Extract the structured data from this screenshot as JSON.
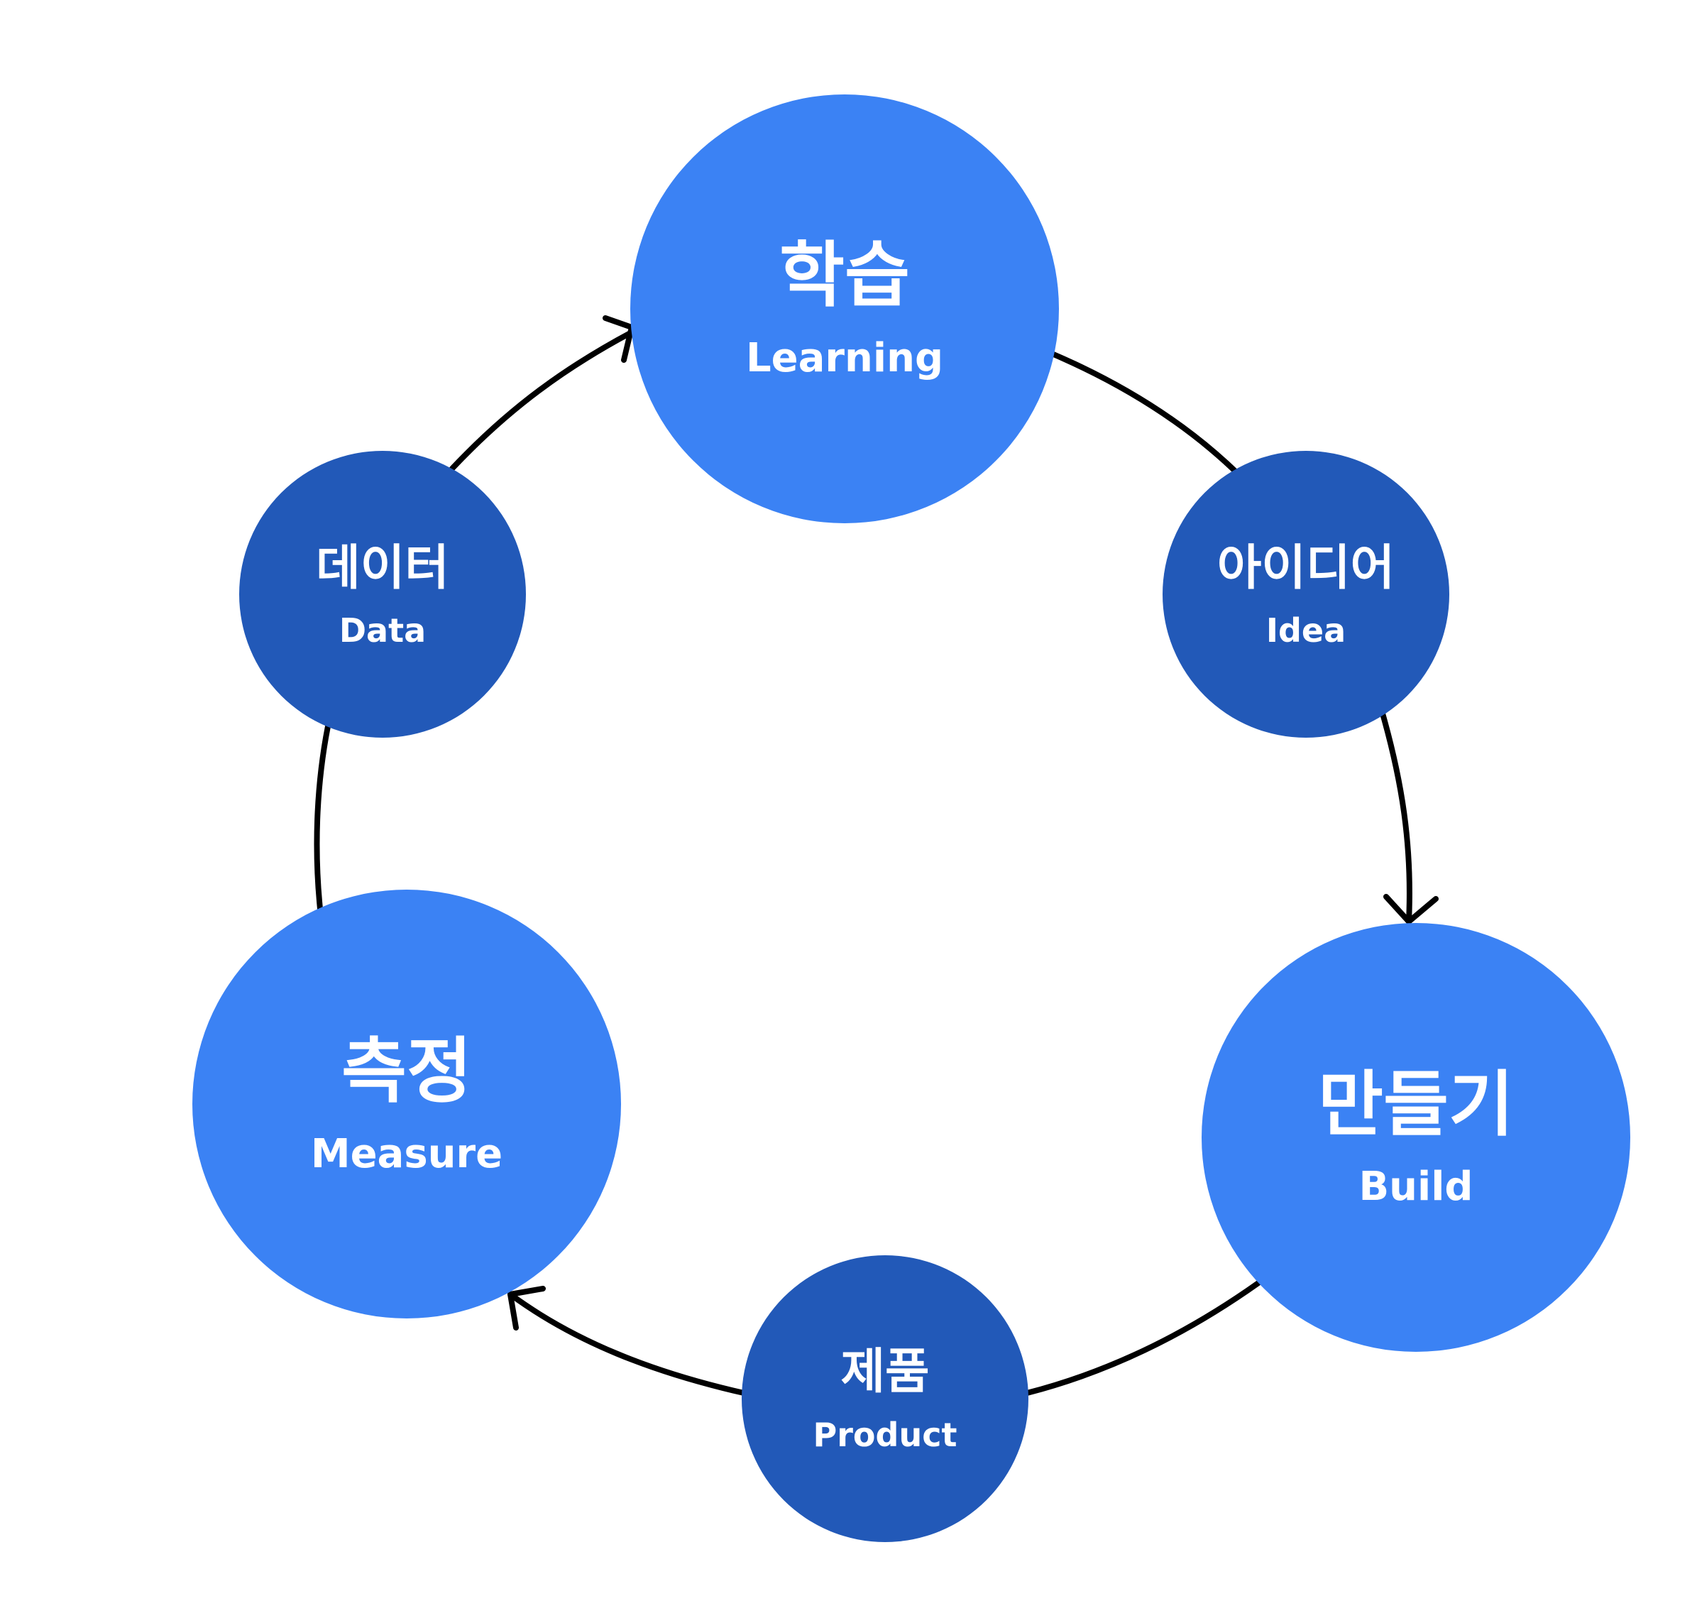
{
  "colors": {
    "major_node": "#3B82F4",
    "minor_node": "#2259B8",
    "connector": "#000000",
    "label": "#ffffff",
    "background": "#ffffff"
  },
  "nodes": {
    "learning": {
      "korean": "학습",
      "english": "Learning"
    },
    "idea": {
      "korean": "아이디어",
      "english": "Idea"
    },
    "build": {
      "korean": "만들기",
      "english": "Build"
    },
    "product": {
      "korean": "제품",
      "english": "Product"
    },
    "measure": {
      "korean": "측정",
      "english": "Measure"
    },
    "data": {
      "korean": "데이터",
      "english": "Data"
    }
  },
  "edges": [
    {
      "from": "learning",
      "to": "idea",
      "arrow": false
    },
    {
      "from": "idea",
      "to": "build",
      "arrow": true
    },
    {
      "from": "build",
      "to": "product",
      "arrow": false
    },
    {
      "from": "product",
      "to": "measure",
      "arrow": true
    },
    {
      "from": "measure",
      "to": "data",
      "arrow": false
    },
    {
      "from": "data",
      "to": "learning",
      "arrow": true
    }
  ]
}
